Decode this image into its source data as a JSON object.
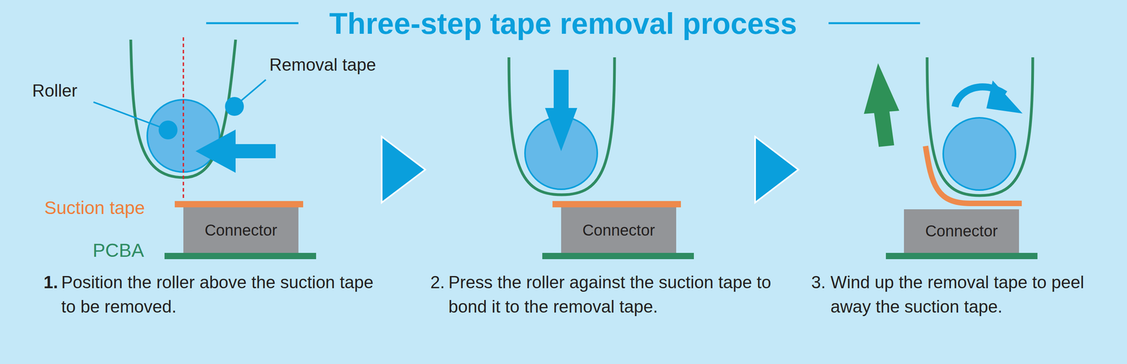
{
  "diagram": {
    "title": "Three-step tape removal process",
    "nodes": [
      {
        "text": [
          "Connector"
        ]
      },
      {
        "text": [
          "Connector"
        ]
      },
      {
        "text": [
          "Connector"
        ]
      }
    ],
    "labels": [
      "Roller",
      "Removal tape",
      "Suction tape",
      "PCBA",
      "1.",
      "Position the roller above the suction tape to be removed.",
      "2.",
      "Press the roller against the suction tape to bond it to the removal tape.",
      "3.",
      "Wind up the removal tape to peel away the suction tape."
    ]
  }
}
